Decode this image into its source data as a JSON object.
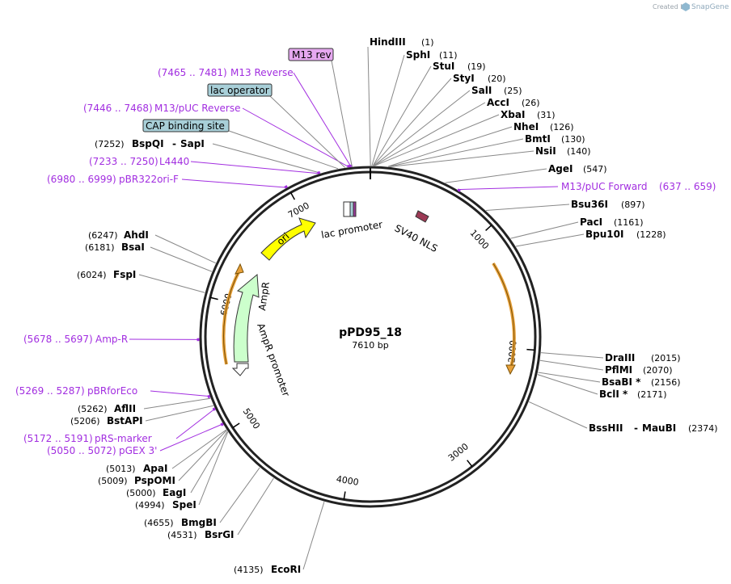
{
  "credit": {
    "prefix": "Created by",
    "brand": "SnapGene"
  },
  "plasmid": {
    "name": "pPD95_18",
    "length_label": "7610 bp",
    "total": 7610
  },
  "colors": {
    "primer": "#a22ee0",
    "orf": "#e8a13a",
    "ori": "#ffff00",
    "ampr": "#ccffcc",
    "ampr_promoter": "#ffffff",
    "lac_operator": "#a8cfd8",
    "m13_box": "#e6a8f0",
    "sv40": "#9c3a55",
    "backbone": "#222222"
  },
  "ticks": [
    {
      "pos": 1000,
      "label": "1000"
    },
    {
      "pos": 2000,
      "label": "2000"
    },
    {
      "pos": 3000,
      "label": "3000"
    },
    {
      "pos": 4000,
      "label": "4000"
    },
    {
      "pos": 5000,
      "label": "5000"
    },
    {
      "pos": 6000,
      "label": "6000"
    },
    {
      "pos": 7000,
      "label": "7000"
    }
  ],
  "enzymes_right": [
    {
      "name": "HindIII",
      "pos_label": "(1)",
      "pos": 1
    },
    {
      "name": "SphI",
      "pos_label": "(11)",
      "pos": 11
    },
    {
      "name": "StuI",
      "pos_label": "(19)",
      "pos": 19
    },
    {
      "name": "StyI",
      "pos_label": "(20)",
      "pos": 20
    },
    {
      "name": "SalI",
      "pos_label": "(25)",
      "pos": 25
    },
    {
      "name": "AccI",
      "pos_label": "(26)",
      "pos": 26
    },
    {
      "name": "XbaI",
      "pos_label": "(31)",
      "pos": 31
    },
    {
      "name": "NheI",
      "pos_label": "(126)",
      "pos": 126
    },
    {
      "name": "BmtI",
      "pos_label": "(130)",
      "pos": 130
    },
    {
      "name": "NsiI",
      "pos_label": "(140)",
      "pos": 140
    },
    {
      "name": "AgeI",
      "pos_label": "(547)",
      "pos": 547
    },
    {
      "name": "Bsu36I",
      "pos_label": "(897)",
      "pos": 897
    },
    {
      "name": "PacI",
      "pos_label": "(1161)",
      "pos": 1161
    },
    {
      "name": "Bpu10I",
      "pos_label": "(1228)",
      "pos": 1228
    },
    {
      "name": "DraIII",
      "pos_label": "(2015)",
      "pos": 2015
    },
    {
      "name": "PflMI",
      "pos_label": "(2070)",
      "pos": 2070
    },
    {
      "name": "BsaBI *",
      "pos_label": "(2156)",
      "pos": 2156
    },
    {
      "name": "BclI *",
      "pos_label": "(2171)",
      "pos": 2171
    },
    {
      "name": "BssHII",
      "sep": "-",
      "name2": "MauBI",
      "pos_label": "(2374)",
      "pos": 2374
    }
  ],
  "enzymes_left": [
    {
      "pos_label": "(7252)",
      "name": "BspQI",
      "sep": "-",
      "name2": "SapI",
      "pos": 7252
    },
    {
      "pos_label": "(6247)",
      "name": "AhdI",
      "pos": 6247
    },
    {
      "pos_label": "(6181)",
      "name": "BsaI",
      "pos": 6181
    },
    {
      "pos_label": "(6024)",
      "name": "FspI",
      "pos": 6024
    },
    {
      "pos_label": "(5262)",
      "name": "AflII",
      "pos": 5262
    },
    {
      "pos_label": "(5206)",
      "name": "BstAPI",
      "pos": 5206
    },
    {
      "pos_label": "(5013)",
      "name": "ApaI",
      "pos": 5013
    },
    {
      "pos_label": "(5009)",
      "name": "PspOMI",
      "pos": 5009
    },
    {
      "pos_label": "(5000)",
      "name": "EagI",
      "pos": 5000
    },
    {
      "pos_label": "(4994)",
      "name": "SpeI",
      "pos": 4994
    },
    {
      "pos_label": "(4655)",
      "name": "BmgBI",
      "pos": 4655
    },
    {
      "pos_label": "(4531)",
      "name": "BsrGI",
      "pos": 4531
    },
    {
      "pos_label": "(4135)",
      "name": "EcoRI",
      "pos": 4135
    }
  ],
  "primers_right": [
    {
      "label": "M13/pUC Forward",
      "range": "(637 .. 659)",
      "pos": 648
    }
  ],
  "primers_left": [
    {
      "range": "(7465 .. 7481)",
      "label": "M13 Reverse",
      "pos": 7473
    },
    {
      "range": "(7446 .. 7468)",
      "label": "M13/pUC Reverse",
      "pos": 7457
    },
    {
      "range": "(7233 .. 7250)",
      "label": "L4440",
      "pos": 7241
    },
    {
      "range": "(6980 .. 6999)",
      "label": "pBR322ori-F",
      "pos": 6990
    },
    {
      "range": "(5678 .. 5697)",
      "label": "Amp-R",
      "pos": 5688
    },
    {
      "range": "(5269 .. 5287)",
      "label": "pBRforEco",
      "pos": 5278
    },
    {
      "range": "(5172 .. 5191)",
      "label": "pRS-marker",
      "pos": 5182
    },
    {
      "range": "(5050 .. 5072)",
      "label": "pGEX 3'",
      "pos": 5061
    }
  ],
  "boxed_features": [
    {
      "label": "M13 rev",
      "pos": 7480
    },
    {
      "label": "lac operator",
      "pos": 7430
    },
    {
      "label": "CAP binding site",
      "pos": 7380
    }
  ],
  "inner_features": [
    {
      "label": "lac promoter"
    },
    {
      "label": "SV40 NLS"
    },
    {
      "label": "ori"
    },
    {
      "label": "AmpR"
    },
    {
      "label": "AmpR promoter"
    }
  ]
}
